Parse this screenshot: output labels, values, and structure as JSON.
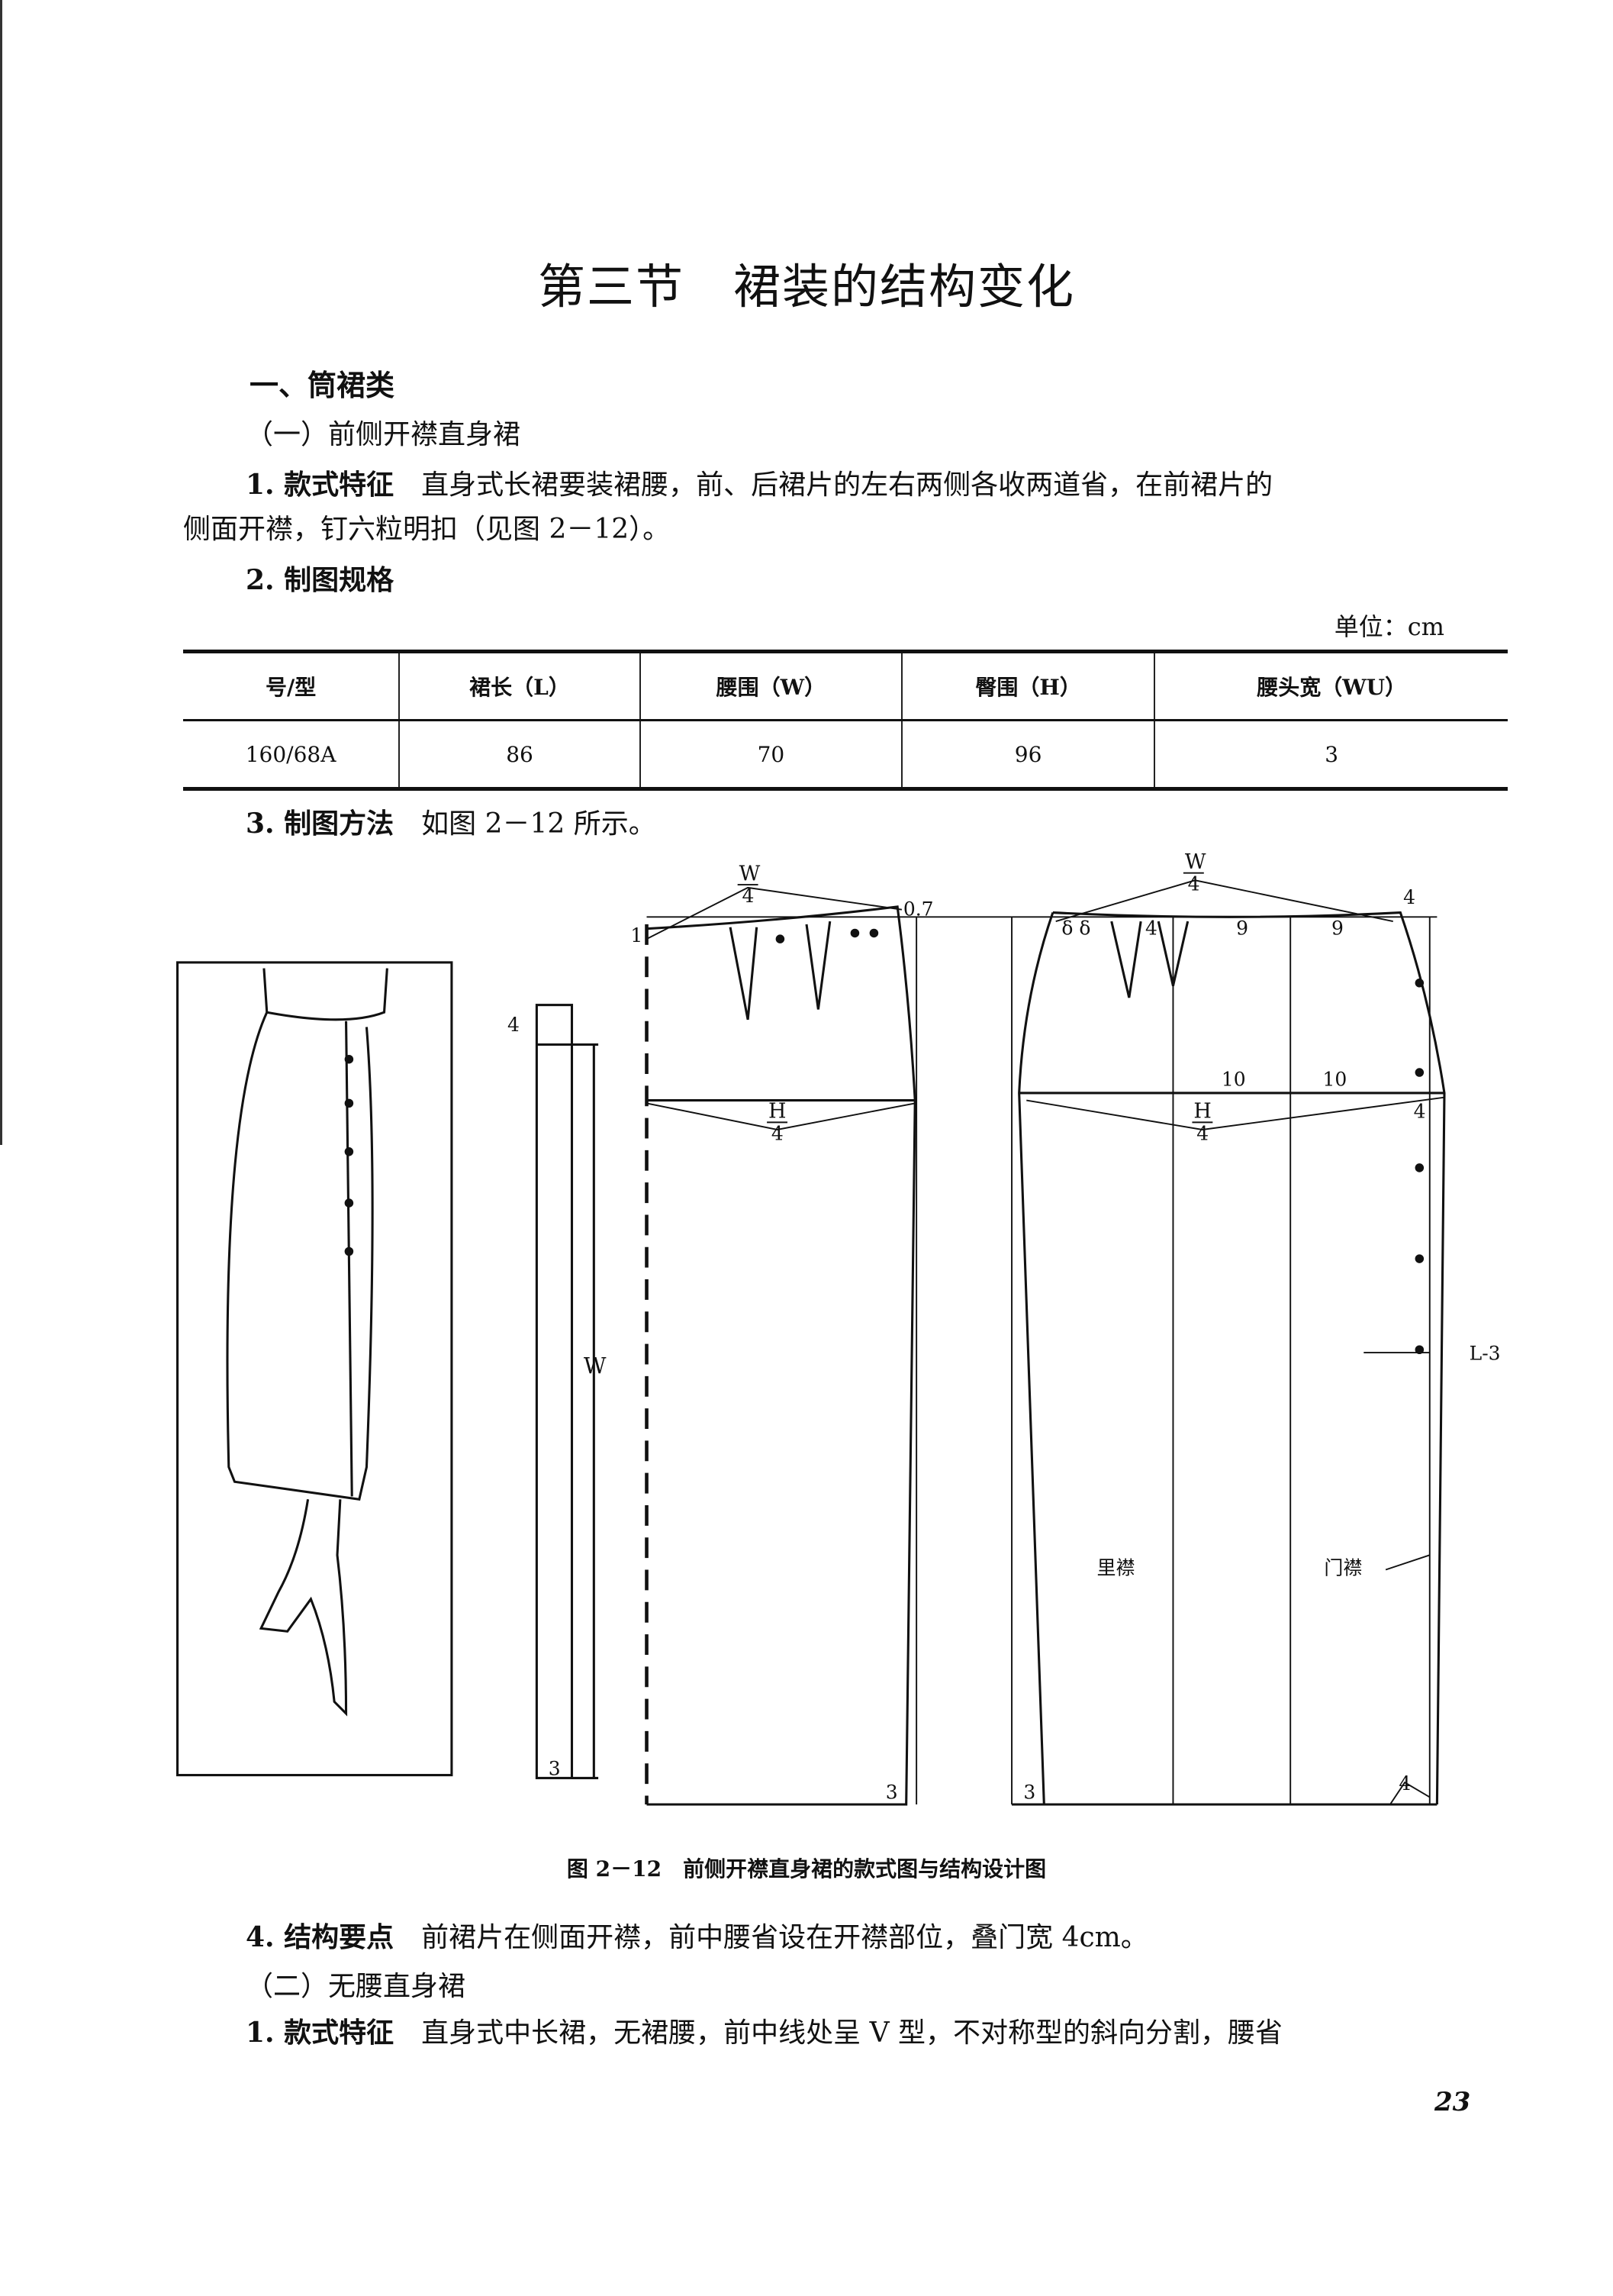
{
  "title": "第三节　裙装的结构变化",
  "section": "一、筒裙类",
  "sub1": "（一）前侧开襟直身裙",
  "p1_label": "1. 款式特征",
  "p1_text": "直身式长裙要装裙腰，前、后裙片的左右两侧各收两道省，在前裙片的",
  "p1_cont": "侧面开襟，钉六粒明扣（见图 2－12）。",
  "p2_label": "2. 制图规格",
  "unit": "单位：cm",
  "table": {
    "headers": [
      "号/型",
      "裙长（L）",
      "腰围（W）",
      "臀围（H）",
      "腰头宽（WU）"
    ],
    "rows": [
      [
        "160/68A",
        "86",
        "70",
        "96",
        "3"
      ]
    ]
  },
  "p3_label": "3. 制图方法",
  "p3_text": "如图 2－12 所示。",
  "figure": {
    "waistband": {
      "top": "4",
      "side": "W",
      "bottom": "3"
    },
    "front": {
      "w_num": "W",
      "w_den": "4",
      "top_right": "0.7",
      "top_left": "1",
      "h_num": "H",
      "h_den": "4",
      "bottom": "3"
    },
    "back": {
      "w_num": "W",
      "w_den": "4",
      "delta": "δ δ",
      "d4": "4",
      "a9": "9",
      "b9": "9",
      "top_right": "4",
      "a10": "10",
      "b10": "10",
      "h_num": "H",
      "h_den": "4",
      "hip_right": "4",
      "lmark": "L-3",
      "underlap": "里襟",
      "placket": "门襟",
      "bottom_left": "3",
      "bottom_right": "4"
    },
    "caption": "图 2－12　前侧开襟直身裙的款式图与结构设计图"
  },
  "p4_label": "4. 结构要点",
  "p4_text": "前裙片在侧面开襟，前中腰省设在开襟部位，叠门宽 4cm。",
  "sub2": "（二）无腰直身裙",
  "p5_label": "1. 款式特征",
  "p5_text": "直身式中长裙，无裙腰，前中线处呈 V 型，不对称型的斜向分割，腰省",
  "page_number": "23"
}
